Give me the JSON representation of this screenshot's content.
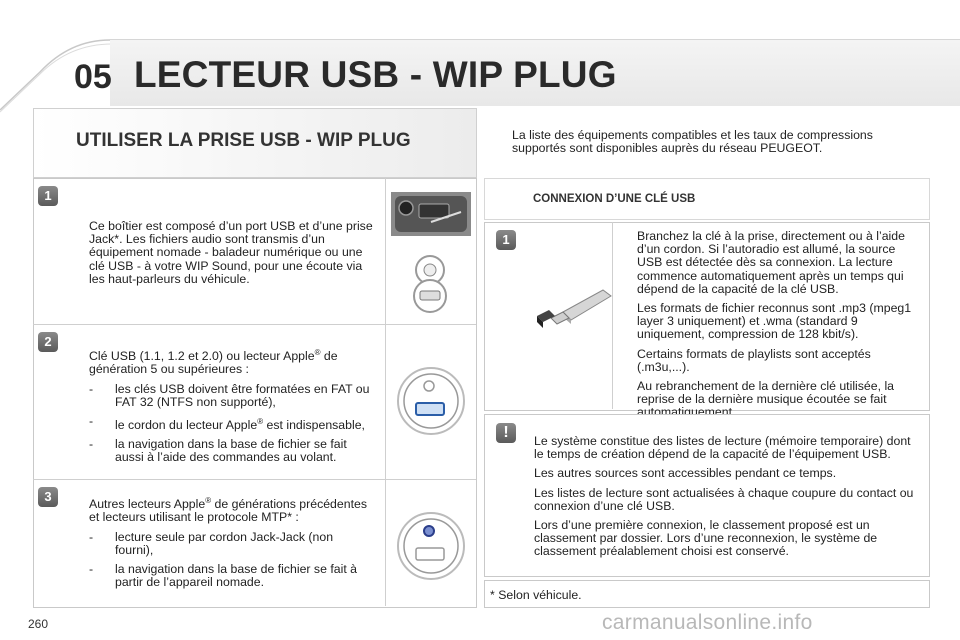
{
  "header": {
    "chapter_number": "05",
    "title": "LECTEUR USB - WIP PLUG"
  },
  "section": {
    "title": "UTILISER LA PRISE USB - WIP PLUG",
    "intro": "La liste des équipements compatibles et les taux de compressions supportés sont disponibles auprès du réseau PEUGEOT."
  },
  "left_steps": [
    {
      "number": "1",
      "text": "Ce boîtier est composé d’un port USB et d’une prise Jack*. Les fichiers audio sont transmis d’un équipement nomade - baladeur numérique ou une clé USB - à votre WIP Sound, pour une écoute via les haut-parleurs du véhicule."
    },
    {
      "number": "2",
      "text_before": "Clé USB (1.1, 1.2 et 2.0) ou lecteur Apple",
      "sup": "®",
      "text_after": " de génération 5 ou supérieures :",
      "bullets": [
        {
          "pre": "les clés USB doivent être formatées en FAT ou FAT 32 (NTFS non supporté),",
          "sup": "",
          "post": ""
        },
        {
          "pre": "le cordon du lecteur Apple",
          "sup": "®",
          "post": " est indispensable,"
        },
        {
          "pre": "la navigation dans la base de fichier se fait aussi à l’aide des commandes au volant.",
          "sup": "",
          "post": ""
        }
      ]
    },
    {
      "number": "3",
      "text_before": "Autres lecteurs Apple",
      "sup": "®",
      "text_after": " de générations précédentes et lecteurs utilisant le protocole MTP* :",
      "bullets": [
        {
          "pre": "lecture seule par cordon Jack-Jack (non fourni),",
          "sup": "",
          "post": ""
        },
        {
          "pre": "la navigation dans la base de fichier se fait à partir de l’appareil nomade.",
          "sup": "",
          "post": ""
        }
      ]
    }
  ],
  "connexion": {
    "title": "CONNEXION D’UNE CLÉ USB",
    "step_number": "1",
    "paragraphs": [
      "Branchez la clé à la prise, directement ou à l’aide d’un cordon. Si l’autoradio est allumé, la source USB est détectée dès sa connexion. La lecture commence automatiquement après un temps qui dépend de la capacité de la clé USB.",
      "Les formats de fichier reconnus sont .mp3 (mpeg1 layer 3 uniquement) et .wma (standard 9 uniquement, compression de 128 kbit/s).",
      "Certains formats de playlists sont acceptés (.m3u,...).",
      "Au rebranchement de la dernière clé utilisée, la reprise de la dernière musique écoutée se fait automatiquement."
    ]
  },
  "warning": {
    "icon": "!",
    "paragraphs": [
      "Le système constitue des listes de lecture (mémoire temporaire) dont le temps de création dépend de la capacité de l’équipement USB.",
      "Les autres sources sont accessibles pendant ce temps.",
      "Les listes de lecture sont actualisées à chaque coupure du contact ou connexion d’une clé USB.",
      "Lors d’une première connexion, le classement proposé est un classement par dossier. Lors d’une reconnexion, le système de classement préalablement choisi est conservé."
    ]
  },
  "footnote": "* Selon véhicule.",
  "page_number": "260",
  "watermark": "carmanualsonline.info"
}
